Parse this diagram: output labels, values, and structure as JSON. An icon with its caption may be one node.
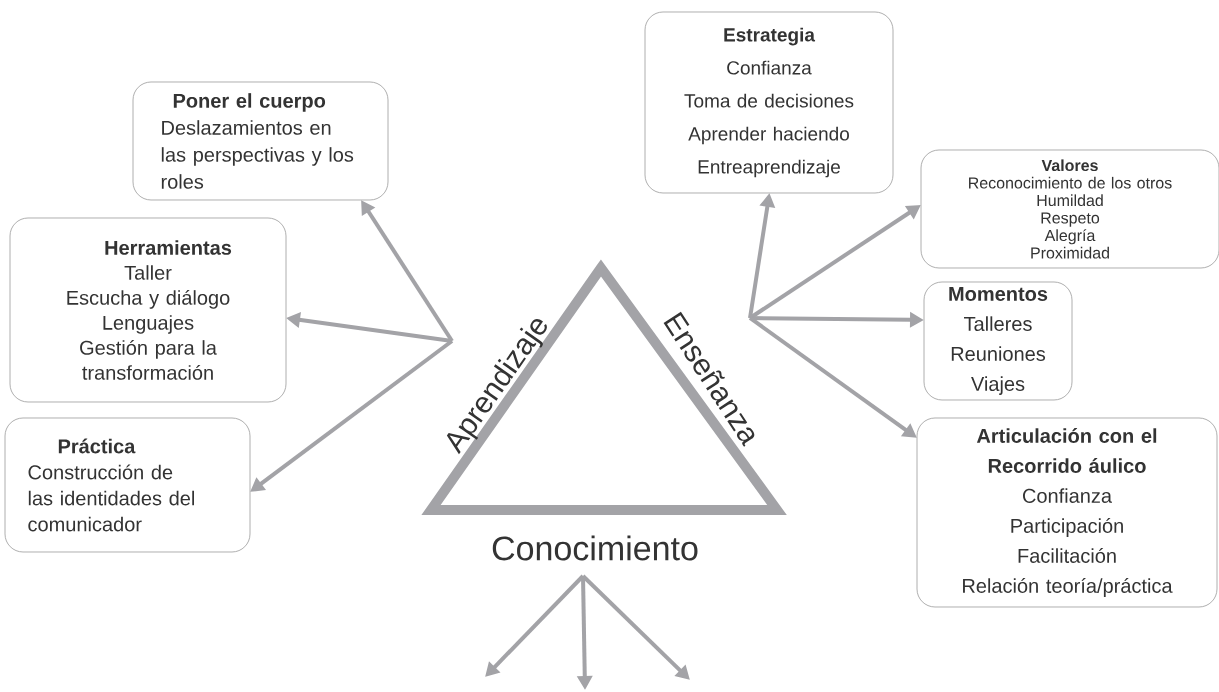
{
  "diagram": {
    "nodes": [
      {
        "text": [
          "Poner el cuerpo",
          "Deslazamientos en las perspectivas y los roles"
        ]
      },
      {
        "text": [
          "Herramientas",
          "Taller",
          "Escucha y diálogo",
          "Lenguajes",
          "Gestión para la transformación"
        ]
      },
      {
        "text": [
          "Práctica",
          "Construcción de las identidades del comunicador"
        ]
      },
      {
        "text": [
          "Estrategia",
          "Confianza",
          "Toma de decisiones",
          "Aprender haciendo",
          "Entreaprendizaje"
        ]
      },
      {
        "text": [
          "Valores",
          "Reconocimiento de los otros",
          "Humildad",
          "Respeto",
          "Alegría",
          "Proximidad"
        ]
      },
      {
        "text": [
          "Momentos",
          "Talleres",
          "Reuniones",
          "Viajes"
        ]
      },
      {
        "text": [
          "Articulación con el Recorrido áulico",
          "Confianza",
          "Participación",
          "Facilitación",
          "Relación teoría/práctica"
        ]
      },
      {
        "text": [
          "Aprendizaje"
        ]
      },
      {
        "text": [
          "Enseñanza"
        ]
      },
      {
        "text": [
          "Conocimiento"
        ]
      }
    ],
    "edges": [
      {
        "from": 7,
        "to": 0,
        "arrow": "to"
      },
      {
        "from": 7,
        "to": 1,
        "arrow": "to"
      },
      {
        "from": 7,
        "to": 2,
        "arrow": "to"
      },
      {
        "from": 8,
        "to": 3,
        "arrow": "to"
      },
      {
        "from": 8,
        "to": 4,
        "arrow": "to"
      },
      {
        "from": 8,
        "to": 5,
        "arrow": "to"
      },
      {
        "from": 8,
        "to": 6,
        "arrow": "to"
      },
      {
        "from": 9,
        "to": null,
        "arrow": "to"
      },
      {
        "from": 9,
        "to": null,
        "arrow": "to"
      },
      {
        "from": 9,
        "to": null,
        "arrow": "to"
      }
    ]
  }
}
